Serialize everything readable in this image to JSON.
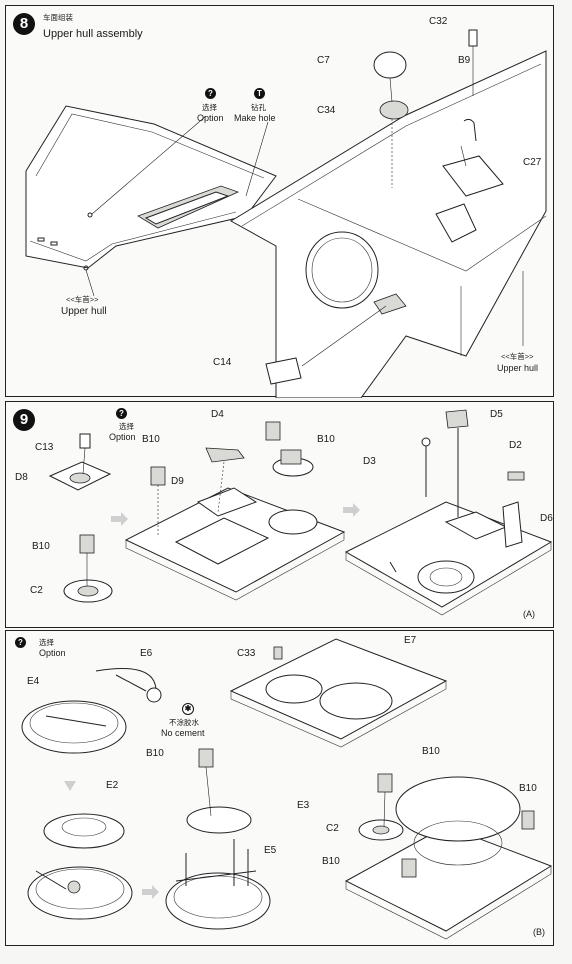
{
  "step8": {
    "number": "8",
    "title_cn": "车面组装",
    "title_en": "Upper hull assembly",
    "option_cn": "选择",
    "option_en": "Option",
    "makehole_cn": "钻孔",
    "makehole_en": "Make hole",
    "upper_hull_left_cn": "<<车首>>",
    "upper_hull_left": "Upper  hull",
    "upper_hull_right_cn": "<<车首>>",
    "upper_hull_right": "Upper  hull",
    "parts": {
      "c32": "C32",
      "c7": "C7",
      "b9": "B9",
      "c34": "C34",
      "c27": "C27",
      "c14": "C14"
    }
  },
  "step9a": {
    "number": "9",
    "option_cn": "选择",
    "option_en": "Option",
    "parts": {
      "c13": "C13",
      "d8": "D8",
      "b10a": "B10",
      "d4": "D4",
      "b10b": "B10",
      "d9": "D9",
      "b10c": "B10",
      "c2": "C2",
      "d5": "D5",
      "d3": "D3",
      "d2": "D2",
      "d6": "D6"
    },
    "tag": "(A)"
  },
  "step9b": {
    "option_cn": "选择",
    "option_en": "Option",
    "nocement_cn": "不涂胶水",
    "nocement_en": "No cement",
    "parts": {
      "e6": "E6",
      "e4": "E4",
      "c33": "C33",
      "e7": "E7",
      "e2": "E2",
      "b10a": "B10",
      "e3": "E3",
      "e5": "E5",
      "b10b": "B10",
      "b10c": "B10",
      "c2": "C2",
      "b10d": "B10"
    },
    "tag": "(B)"
  },
  "icons": {
    "option": "question-icon",
    "makehole": "drill-icon",
    "nocement": "no-glue-icon",
    "flow": "step-arrow-icon"
  }
}
